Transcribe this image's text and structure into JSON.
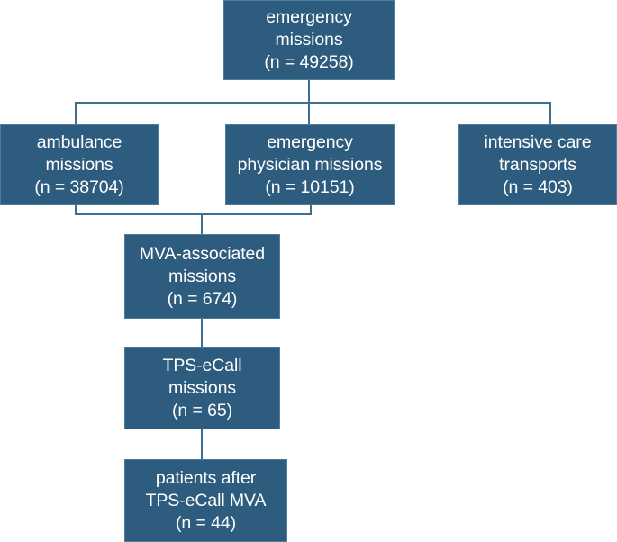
{
  "figure": {
    "type": "flowchart",
    "orientation": "top-down",
    "colors": {
      "node_fill": "#2e5c7e",
      "node_border": "#4a7ea0",
      "node_text": "#ffffff",
      "edge": "#3d6f92",
      "background": "#ffffff"
    }
  },
  "nodes": {
    "emergency_missions": {
      "id": "emergency-missions",
      "lines": [
        "emergency",
        "missions",
        "(n = 49258)"
      ],
      "label": "emergency missions",
      "count": 49258,
      "count_label": "(n = 49258)"
    },
    "ambulance_missions": {
      "id": "ambulance-missions",
      "lines": [
        "ambulance",
        "missions",
        "(n = 38704)"
      ],
      "label": "ambulance missions",
      "count": 38704,
      "count_label": "(n = 38704)"
    },
    "physician_missions": {
      "id": "emergency-physician-missions",
      "lines": [
        "emergency",
        "physician missions",
        "(n = 10151)"
      ],
      "label": "emergency physician missions",
      "count": 10151,
      "count_label": "(n = 10151)"
    },
    "icu_transports": {
      "id": "intensive-care-transports",
      "lines": [
        "intensive care",
        "transports",
        "(n = 403)"
      ],
      "label": "intensive care transports",
      "count": 403,
      "count_label": "(n = 403)"
    },
    "mva_missions": {
      "id": "mva-associated-missions",
      "lines": [
        "MVA-associated",
        "missions",
        "(n = 674)"
      ],
      "label": "MVA-associated missions",
      "count": 674,
      "count_label": "(n = 674)"
    },
    "tps_missions": {
      "id": "tps-ecall-missions",
      "lines": [
        "TPS-eCall",
        "missions",
        "(n = 65)"
      ],
      "label": "TPS-eCall missions",
      "count": 65,
      "count_label": "(n = 65)"
    },
    "patients_after": {
      "id": "patients-after-tps-ecall-mva",
      "lines": [
        "patients after",
        "TPS-eCall MVA",
        "(n = 44)"
      ],
      "label": "patients after TPS-eCall MVA",
      "count": 44,
      "count_label": "(n = 44)"
    }
  },
  "edges": [
    {
      "from": "emergency_missions",
      "to": "ambulance_missions"
    },
    {
      "from": "emergency_missions",
      "to": "physician_missions"
    },
    {
      "from": "emergency_missions",
      "to": "icu_transports"
    },
    {
      "from": "ambulance_missions",
      "to": "mva_missions"
    },
    {
      "from": "physician_missions",
      "to": "mva_missions"
    },
    {
      "from": "mva_missions",
      "to": "tps_missions"
    },
    {
      "from": "tps_missions",
      "to": "patients_after"
    }
  ]
}
